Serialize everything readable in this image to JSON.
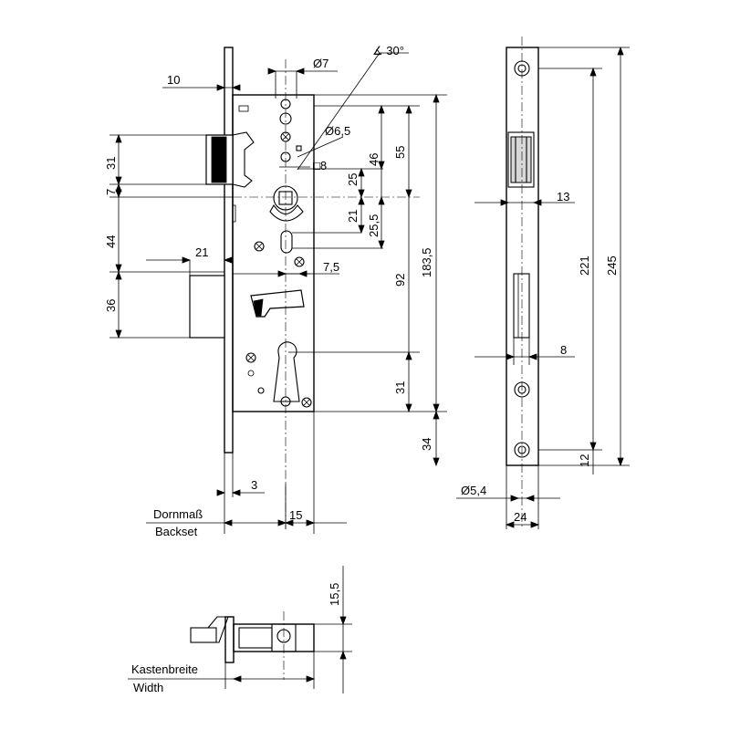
{
  "front_view": {
    "dims": {
      "d10": "10",
      "d7_dia": "Ø7",
      "d30deg": "∡ 30°",
      "d6_5_dia": "Ø6,5",
      "d8_sq": "□8",
      "d31_top": "31",
      "d7_left": "7",
      "d44": "44",
      "d21_bolt": "21",
      "d36": "36",
      "d55": "55",
      "d46": "46",
      "d25": "25",
      "d21_mid": "21",
      "d25_5": "25,5",
      "d7_5": "7,5",
      "d92": "92",
      "d183_5": "183,5",
      "d31_bottom": "31",
      "d34": "34",
      "d3": "3",
      "d15": "15"
    },
    "labels": {
      "backset_de": "Dornmaß",
      "backset_en": "Backset"
    }
  },
  "side_view": {
    "dims": {
      "d13": "13",
      "d221": "221",
      "d245": "245",
      "d8": "8",
      "d12": "12",
      "d5_4_dia": "Ø5,4",
      "d24": "24"
    }
  },
  "bottom_view": {
    "dims": {
      "d15_5": "15,5"
    },
    "labels": {
      "width_de": "Kastenbreite",
      "width_en": "Width"
    }
  }
}
